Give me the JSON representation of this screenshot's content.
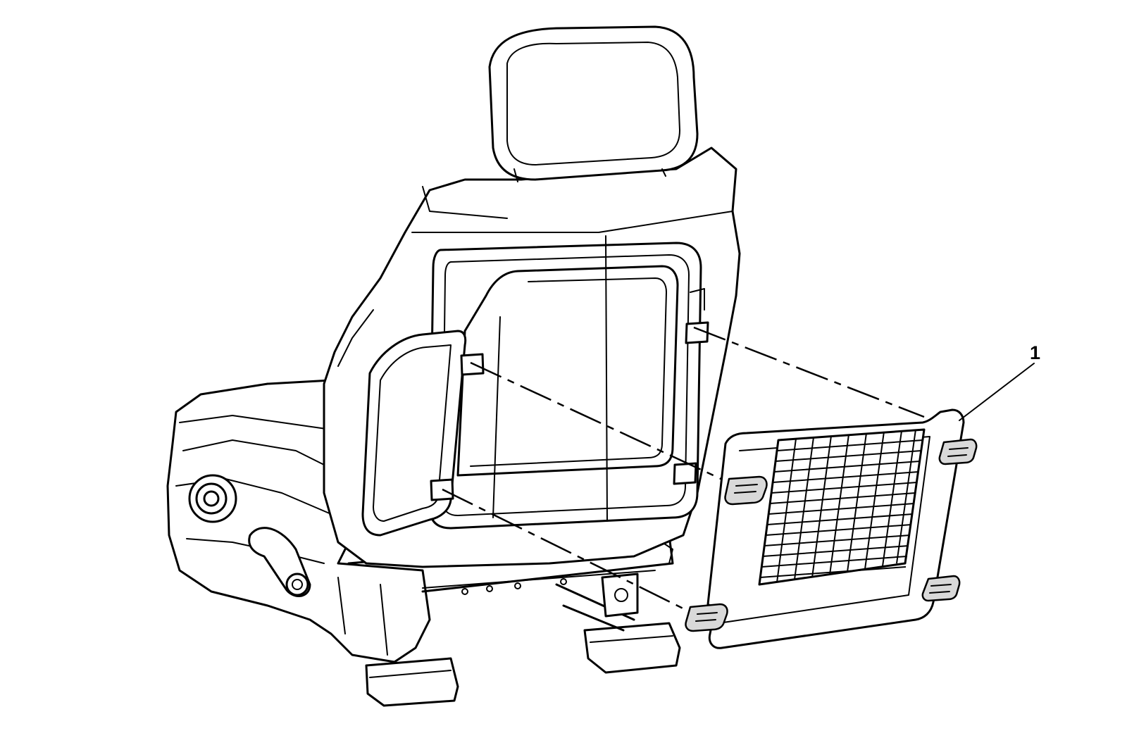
{
  "callouts": [
    {
      "label": "1"
    }
  ],
  "icons": {
    "seat": "seat-assembly-illustration",
    "panel": "seat-back-panel-illustration"
  },
  "colors": {
    "line": "#000000",
    "background": "#ffffff"
  }
}
